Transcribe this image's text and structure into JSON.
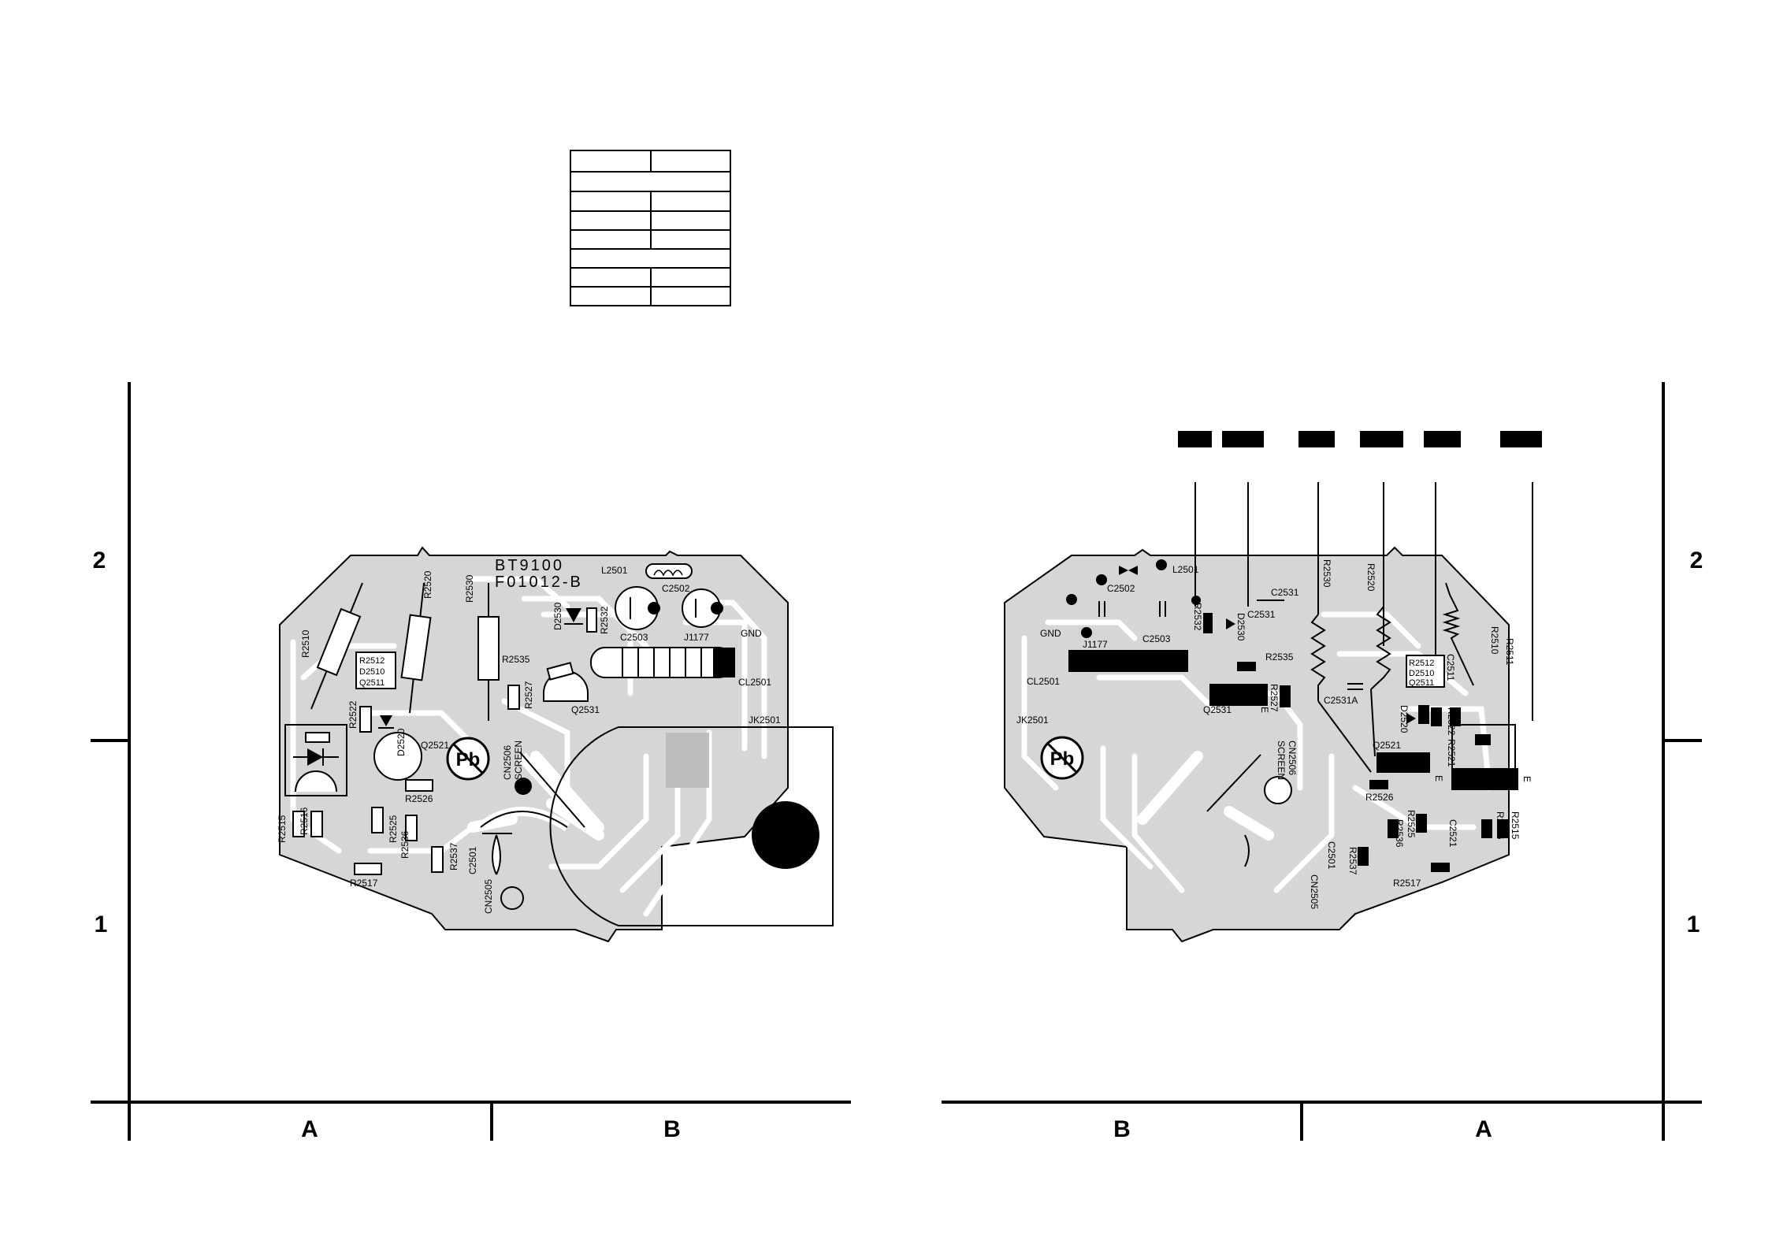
{
  "zone_labels": {
    "row_2": "2",
    "row_1": "1",
    "col_a": "A",
    "col_b": "B"
  },
  "board_id": {
    "model": "BT9100",
    "code": "F01012-B"
  },
  "left_board": {
    "refs": {
      "r2510": "R2510",
      "r2520": "R2520",
      "r2530": "R2530",
      "d2530": "D2530",
      "r2532": "R2532",
      "l2501": "L2501",
      "c2502": "C2502",
      "c2503": "C2503",
      "j1177": "J1177",
      "gnd": "GND",
      "r2535": "R2535",
      "r2527": "R2527",
      "q2531": "Q2531",
      "cl2501": "CL2501",
      "jk2501": "JK2501",
      "box_r2512": "R2512",
      "box_d2510": "D2510",
      "box_q2511": "Q2511",
      "r2522": "R2522",
      "d2520": "D2520",
      "q2521": "Q2521",
      "r2526": "R2526",
      "cn2506": "CN2506",
      "screen": "SCREEN",
      "r2515": "R2515",
      "r2516": "R2516",
      "r2525": "R2525",
      "r2536": "R2536",
      "r2537": "R2537",
      "r2517": "R2517",
      "c2501": "C2501",
      "cn2505": "CN2505"
    }
  },
  "right_board": {
    "refs": {
      "l2501": "L2501",
      "c2502": "C2502",
      "gnd": "GND",
      "j1177": "J1177",
      "c2503": "C2503",
      "r2532": "R2532",
      "d2530": "D2530",
      "c2531": "C2531",
      "r2530": "R2530",
      "r2520": "R2520",
      "r2510": "R2510",
      "r2511": "R2511",
      "r2535": "R2535",
      "c2531a": "C2531A",
      "box_r2512": "R2512",
      "box_d2510": "D2510",
      "box_q2511": "Q2511",
      "c2511": "C2511",
      "cl2501": "CL2501",
      "r2527": "R2527",
      "q2531": "Q2531",
      "e1": "E",
      "jk2501": "JK2501",
      "cn2506": "CN2506",
      "screen": "SCREEN",
      "d2520": "D2520",
      "r2522": "R2522",
      "r2521": "R2521",
      "q2521": "Q2521",
      "e2": "E",
      "e3": "E",
      "r2526": "R2526",
      "r2525": "R2525",
      "r2536": "R2536",
      "c2521": "C2521",
      "r2516": "R2516",
      "r2515": "R2515",
      "c2501": "C2501",
      "r2537": "R2537",
      "r2517": "R2517",
      "cn2505": "CN2505"
    }
  },
  "legend_table": {
    "rows": [
      [
        "",
        ""
      ],
      [
        "",
        ""
      ],
      [
        "",
        ""
      ],
      [
        "",
        ""
      ],
      [
        "",
        ""
      ],
      [
        "",
        ""
      ],
      [
        "",
        ""
      ],
      [
        "",
        ""
      ]
    ]
  },
  "colors": {
    "board_fill": "#d6d6d6",
    "trace": "#ffffff",
    "ink": "#000000"
  }
}
